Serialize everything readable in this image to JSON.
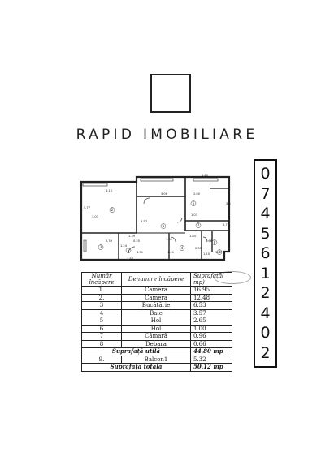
{
  "brand": {
    "name": "RAPID IMOBILIARE",
    "phone_digits": [
      "0",
      "7",
      "4",
      "5",
      "6",
      "1",
      "2",
      "4",
      "0",
      "2"
    ]
  },
  "plan": {
    "labels": [
      "5.40",
      "3.10",
      "3.06",
      "2.60",
      "3.80",
      "5.77",
      "3.57",
      "5.75",
      "1.03",
      "2.39",
      "1.24",
      "1.87",
      "3.31",
      "1.81",
      "1.41",
      "0.55",
      "4.66",
      "1.10",
      "1.85",
      "2.35",
      "3.03",
      "1.07",
      "1.39"
    ],
    "room_numbers": [
      "2",
      "1",
      "6",
      "7",
      "3",
      "5",
      "4",
      "8",
      "9"
    ]
  },
  "table": {
    "headers": {
      "nr_line1": "Număr",
      "nr_line2": "încăpere",
      "name": "Denumire încăpere",
      "area_line1": "Suprafață(",
      "area_line2": "mp)"
    },
    "rows": [
      {
        "nr": "1.",
        "name": "Cameră",
        "area": "16.95"
      },
      {
        "nr": "2.",
        "name": "Cameră",
        "area": "12.48"
      },
      {
        "nr": "3",
        "name": "Bucătărie",
        "area": "6.53"
      },
      {
        "nr": "4",
        "name": "Baie",
        "area": "3.57"
      },
      {
        "nr": "5",
        "name": "Hol",
        "area": "2.65"
      },
      {
        "nr": "6",
        "name": "Hol",
        "area": "1.00"
      },
      {
        "nr": "7",
        "name": "Cămară",
        "area": "0.96"
      },
      {
        "nr": "8",
        "name": "Debara",
        "area": "0.66"
      }
    ],
    "useful_label": "Suprafață utilă",
    "useful_value": "44.80 mp",
    "balcony_nr": "9.",
    "balcony_name": "Balcon1",
    "balcony_area": "5.32",
    "total_label": "Suprafață totală",
    "total_value": "50.12 mp"
  }
}
